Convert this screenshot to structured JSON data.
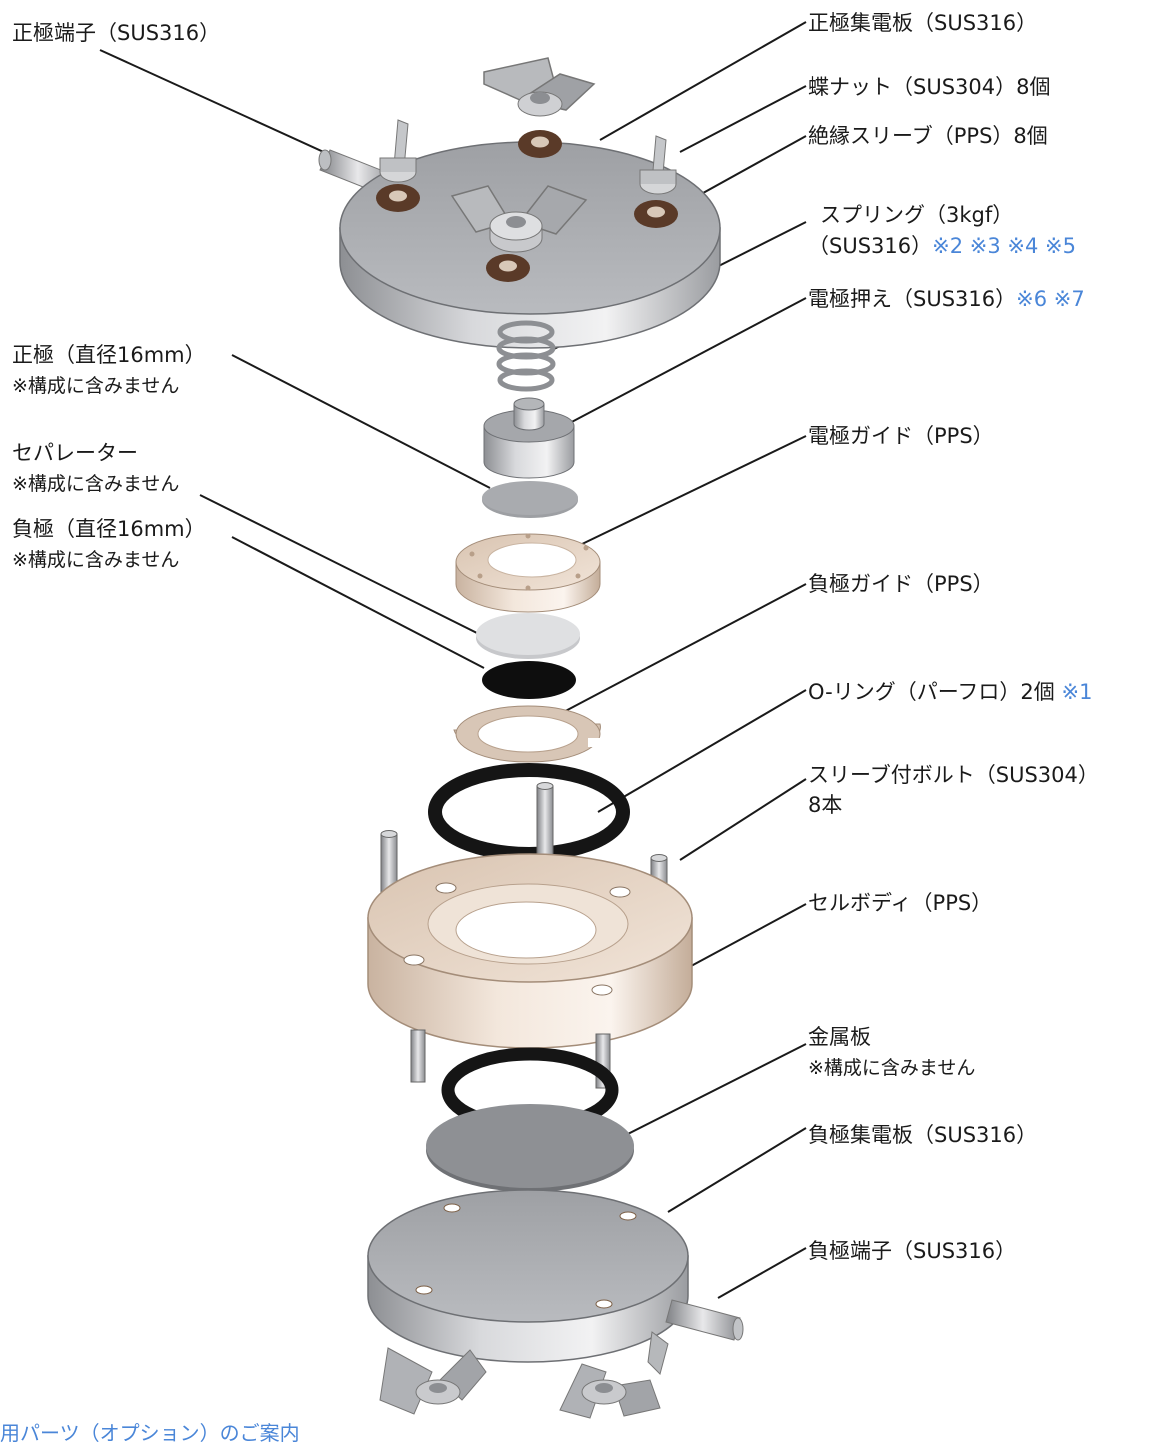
{
  "labels": {
    "positive_terminal": "正極端子（SUS316）",
    "positive_collector": "正極集電板（SUS316）",
    "wing_nut": "蝶ナット（SUS304）8個",
    "insulating_sleeve": "絶縁スリーブ（PPS）8個",
    "spring": "スプリング（3kgf）",
    "spring_material": "（SUS316）",
    "spring_notes": "※2 ※3 ※4 ※5",
    "electrode_holder": "電極押え（SUS316）",
    "electrode_holder_notes": "※6 ※7",
    "positive_electrode": "正極（直径16mm）",
    "positive_electrode_note": "※構成に含みません",
    "electrode_guide": "電極ガイド（PPS）",
    "separator": "セパレーター",
    "separator_note": "※構成に含みません",
    "negative_electrode": "負極（直径16mm）",
    "negative_electrode_note": "※構成に含みません",
    "negative_guide": "負極ガイド（PPS）",
    "o_ring": "O-リング（パーフロ）2個",
    "o_ring_note": "※1",
    "sleeve_bolt": "スリーブ付ボルト（SUS304）",
    "sleeve_bolt_count": "8本",
    "cell_body": "セルボディ（PPS）",
    "metal_plate": "金属板",
    "metal_plate_note": "※構成に含みません",
    "negative_collector": "負極集電板（SUS316）",
    "negative_terminal": "負極端子（SUS316）"
  },
  "footer_link": "用パーツ（オプション）のご案内",
  "colors": {
    "note_blue": "#4a86d8",
    "steel": "#a9abaf",
    "pps_beige": "#e6d3c2",
    "insulator_brown": "#7a4c34",
    "oring_black": "#151515"
  }
}
